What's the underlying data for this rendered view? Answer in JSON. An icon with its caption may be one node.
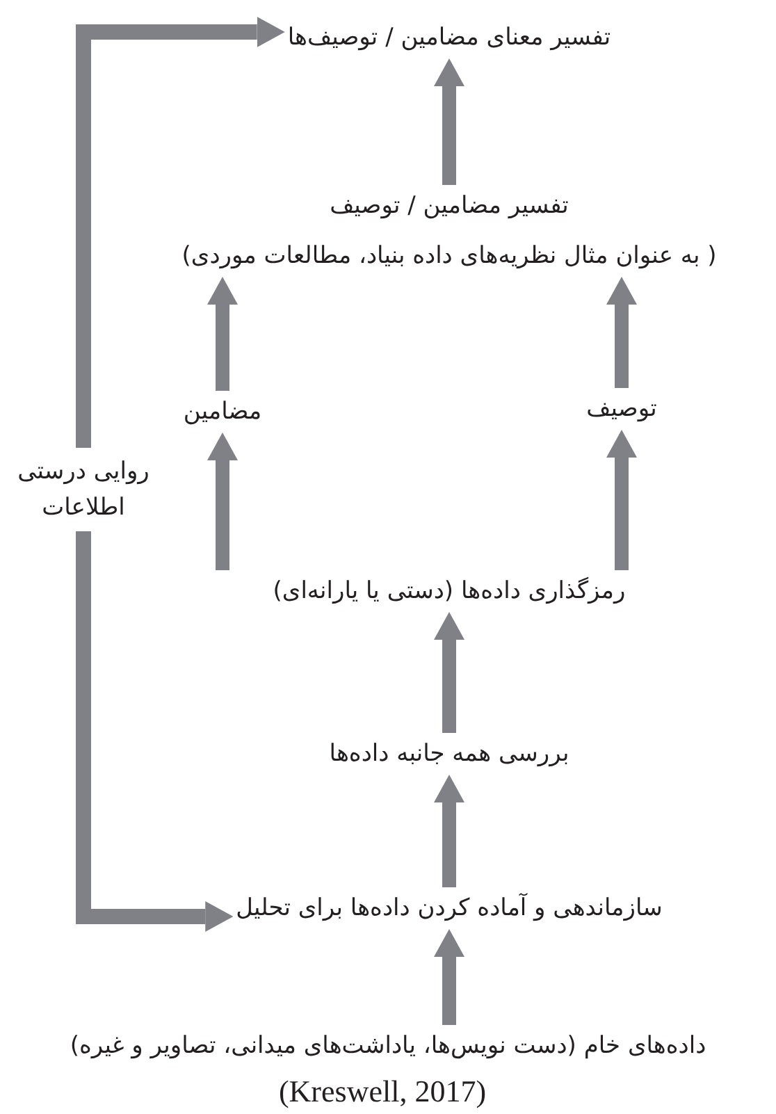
{
  "diagram": {
    "caption": "(Kreswell, 2017)",
    "nodes": [
      {
        "text": [
          "تفسیر معنای مضامین / توصیف‌ها"
        ]
      },
      {
        "text": [
          "تفسیر مضامین / توصیف",
          "( به عنوان مثال نظریه‌های داده بنیاد، مطالعات موردی)"
        ]
      },
      {
        "text": [
          "مضامین"
        ]
      },
      {
        "text": [
          "توصیف"
        ]
      },
      {
        "text": [
          "روایی درستی اطلاعات"
        ]
      },
      {
        "text": [
          "رمزگذاری داده‌ها (دستی یا یارانه‌ای)"
        ]
      },
      {
        "text": [
          "بررسی همه جانبه داده‌ها"
        ]
      },
      {
        "text": [
          "سازماندهی و آماده کردن داده‌ها برای تحلیل"
        ]
      },
      {
        "text": [
          "داده‌های خام (دست نویس‌ها، یاداشت‌های میدانی، تصاویر و غیره)"
        ]
      }
    ],
    "edges": [
      {
        "from": 8,
        "to": 7,
        "arrow": "to"
      },
      {
        "from": 7,
        "to": 6,
        "arrow": "to"
      },
      {
        "from": 6,
        "to": 5,
        "arrow": "to"
      },
      {
        "from": 5,
        "to": 2,
        "arrow": "to"
      },
      {
        "from": 5,
        "to": 3,
        "arrow": "to"
      },
      {
        "from": 2,
        "to": 1,
        "arrow": "to"
      },
      {
        "from": 3,
        "to": 1,
        "arrow": "to"
      },
      {
        "from": 1,
        "to": 0,
        "arrow": "to"
      },
      {
        "from": 4,
        "to": 0,
        "arrow": "to"
      },
      {
        "from": 4,
        "to": 7,
        "arrow": "to"
      }
    ]
  }
}
